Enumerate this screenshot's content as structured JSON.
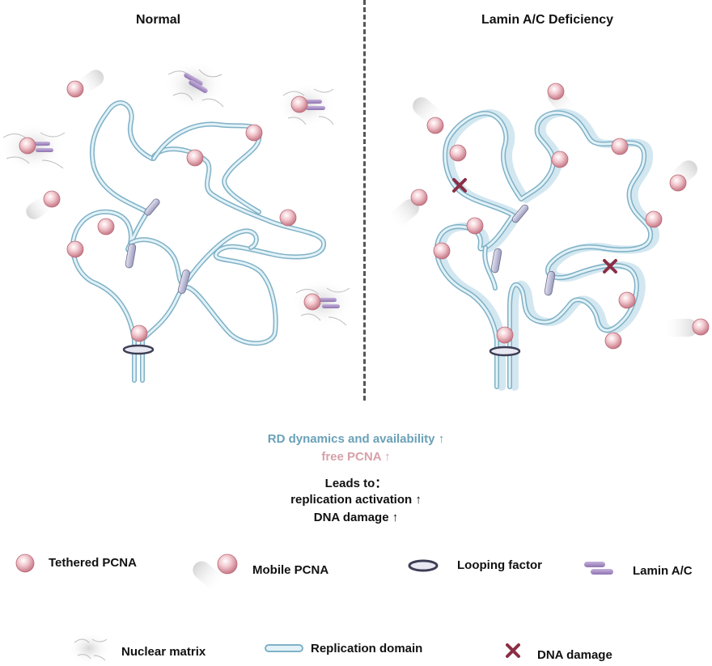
{
  "panels": {
    "left_title": "Normal",
    "right_title": "Lamin A/C Deficiency"
  },
  "summary": {
    "rd_line": "RD dynamics and availability ↑",
    "pcna_line": "free PCNA ↑",
    "leads_line": "Leads to：",
    "replication_line": "replication activation ↑",
    "damage_line": "DNA damage ↑"
  },
  "legend": {
    "tethered_pcna": "Tethered PCNA",
    "mobile_pcna": "Mobile PCNA",
    "looping_factor": "Looping factor",
    "lamin_ac": "Lamin A/C",
    "nuclear_matrix": "Nuclear matrix",
    "replication_domain": "Replication domain",
    "dna_damage": "DNA damage"
  },
  "colors": {
    "domain_fill": "#dff0f7",
    "domain_stroke": "#7fb1c6",
    "pcna": "#d98c99",
    "lamin": "#a98fc6",
    "damage": "#8a2f45",
    "blue_text": "#6aa1b8",
    "pink_text": "#d7a0a8"
  }
}
